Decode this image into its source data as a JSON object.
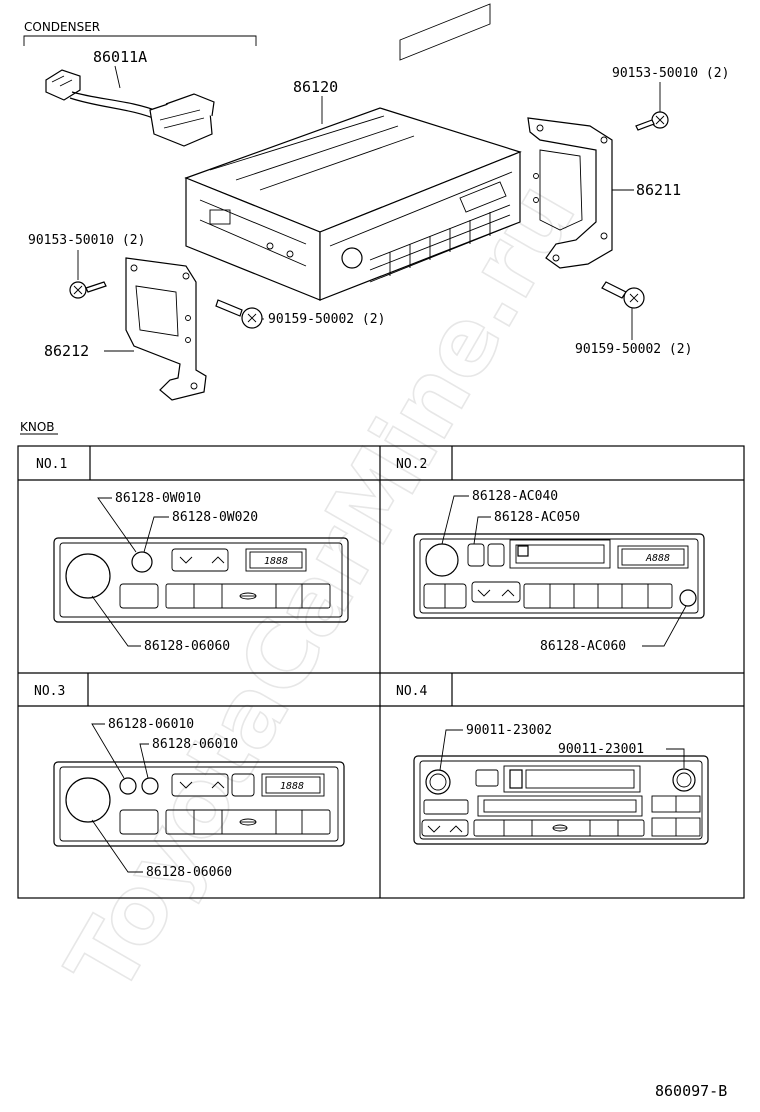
{
  "watermark": "ToyotaCarMine.ru",
  "header": {
    "section_label": "CONDENSER",
    "knob_label": "KNOB",
    "footer_code": "860097-B"
  },
  "parts": {
    "condenser_part": "86011A",
    "radio_unit": "86120",
    "bracket_right": "86211",
    "bracket_left": "86212",
    "screw_top_right": "90153-50010 (2)",
    "screw_left": "90153-50010 (2)",
    "bolt_center": "90159-50002 (2)",
    "bolt_right": "90159-50002 (2)"
  },
  "panels": [
    {
      "title": "NO.1",
      "display": "1888",
      "callouts": [
        "86128-0W010",
        "86128-0W020",
        "86128-06060"
      ]
    },
    {
      "title": "NO.2",
      "display": "A888",
      "callouts": [
        "86128-AC040",
        "86128-AC050",
        "86128-AC060"
      ]
    },
    {
      "title": "NO.3",
      "display": "1888",
      "callouts": [
        "86128-06010",
        "86128-06010",
        "86128-06060"
      ]
    },
    {
      "title": "NO.4",
      "display": "",
      "callouts": [
        "90011-23002",
        "90011-23001"
      ]
    }
  ]
}
